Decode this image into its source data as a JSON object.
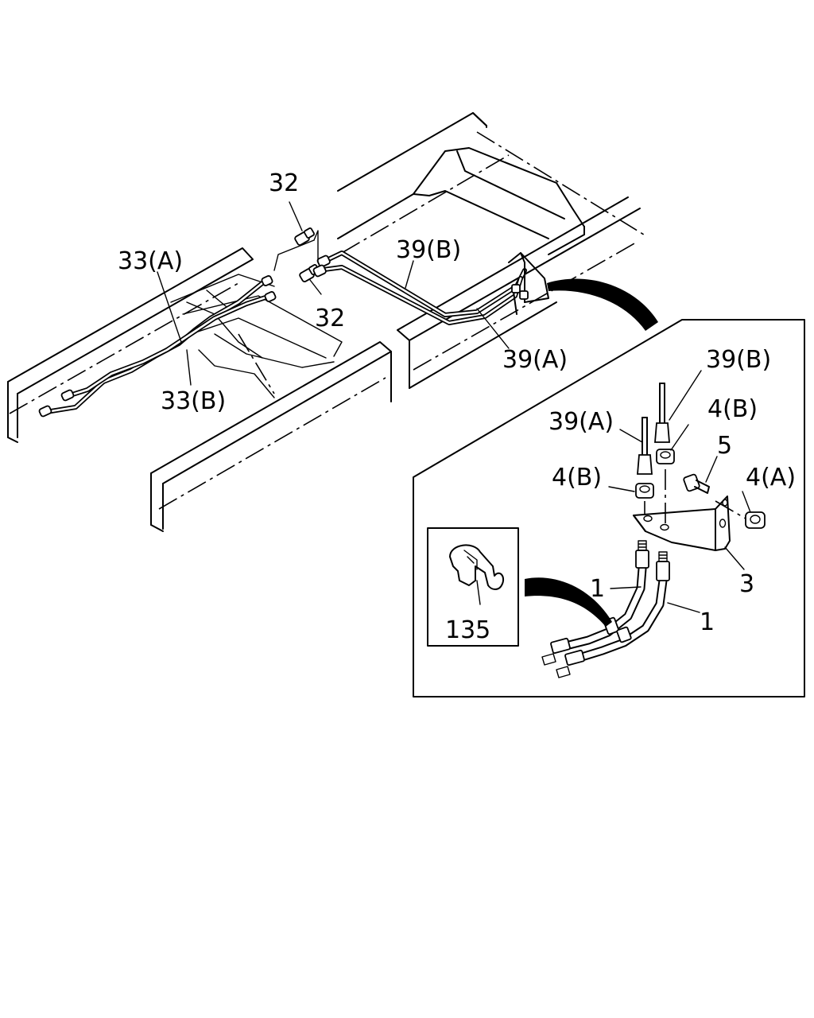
{
  "labels": {
    "l32_top": "32",
    "l32_bottom": "32",
    "l33a": "33(A)",
    "l33b": "33(B)",
    "l39b_main": "39(B)",
    "l39a_main": "39(A)",
    "l39b_detail": "39(B)",
    "l39a_detail": "39(A)",
    "l4b_upper": "4(B)",
    "l4b_lower": "4(B)",
    "l4a": "4(A)",
    "l5": "5",
    "l3": "3",
    "l1_upper": "1",
    "l1_lower": "1",
    "l135": "135"
  }
}
